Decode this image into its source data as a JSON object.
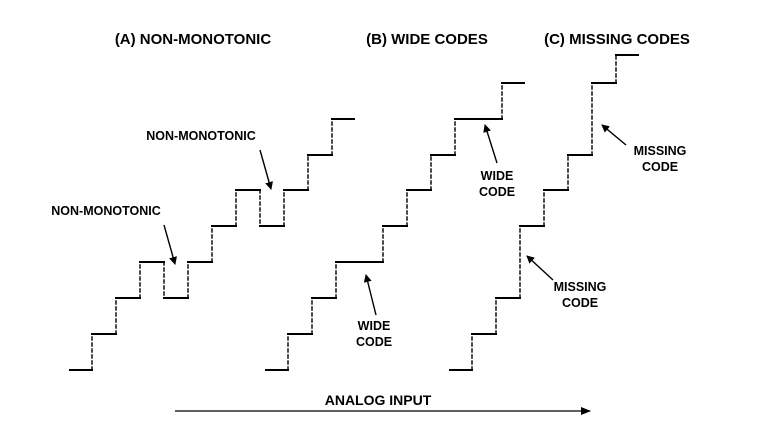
{
  "titles": {
    "a": "(A) NON-MONOTONIC",
    "b": "(B) WIDE CODES",
    "c": "(C) MISSING CODES"
  },
  "annotations": {
    "a_upper": "NON-MONOTONIC",
    "a_lower": "NON-MONOTONIC",
    "b_upper_line1": "WIDE",
    "b_upper_line2": "CODE",
    "b_lower_line1": "WIDE",
    "b_lower_line2": "CODE",
    "c_upper_line1": "MISSING",
    "c_upper_line2": "CODE",
    "c_lower_line1": "MISSING",
    "c_lower_line2": "CODE"
  },
  "axis": {
    "label": "ANALOG INPUT"
  },
  "colors": {
    "ink": "#000000"
  }
}
